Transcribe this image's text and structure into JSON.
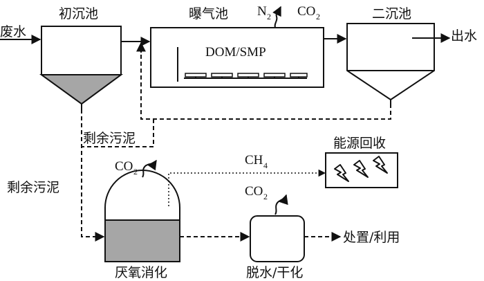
{
  "labels": {
    "wastewater": "废水",
    "primary_clarifier": "初沉池",
    "aeration_tank": "曝气池",
    "secondary_clarifier": "二沉池",
    "effluent": "出水",
    "dom_smp": "DOM/SMP",
    "excess_sludge_upper": "剩余污泥",
    "excess_sludge_left": "剩余污泥",
    "anaerobic_digestion": "厌氧消化",
    "energy_recovery": "能源回收",
    "dewater_dry": "脱水/干化",
    "disposal_use": "处置/利用"
  },
  "gases": {
    "n2_base": "N",
    "n2_sub": "2",
    "co2_base": "CO",
    "co2_sub": "2",
    "ch4_base": "CH",
    "ch4_sub": "4"
  }
}
